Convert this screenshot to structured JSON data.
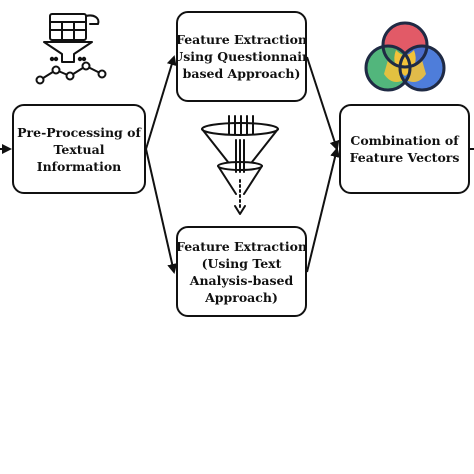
{
  "diagram": {
    "nodes": {
      "preprocess": {
        "lines": [
          "Pre-Processing of",
          "Textual",
          "Information"
        ]
      },
      "questionnaire": {
        "lines": [
          "Feature Extraction",
          "(Using Questionnaire",
          "based Approach)"
        ]
      },
      "text_analysis": {
        "lines": [
          "Feature Extraction",
          "(Using Text",
          "Analysis-based",
          "Approach)"
        ]
      },
      "combination": {
        "lines": [
          "Combination of",
          "Feature Vectors"
        ]
      }
    },
    "icons": {
      "data_processing": "data-funnel-analytics-icon",
      "funnel": "funnel-filter-icon",
      "venn": "venn-diagram-icon"
    },
    "colors": {
      "stroke": "#111111",
      "venn_red": "#e0515f",
      "venn_green": "#3fae6e",
      "venn_blue": "#3b6fd6",
      "venn_yellow": "#f2c23a",
      "venn_outline": "#1f2a44"
    }
  }
}
